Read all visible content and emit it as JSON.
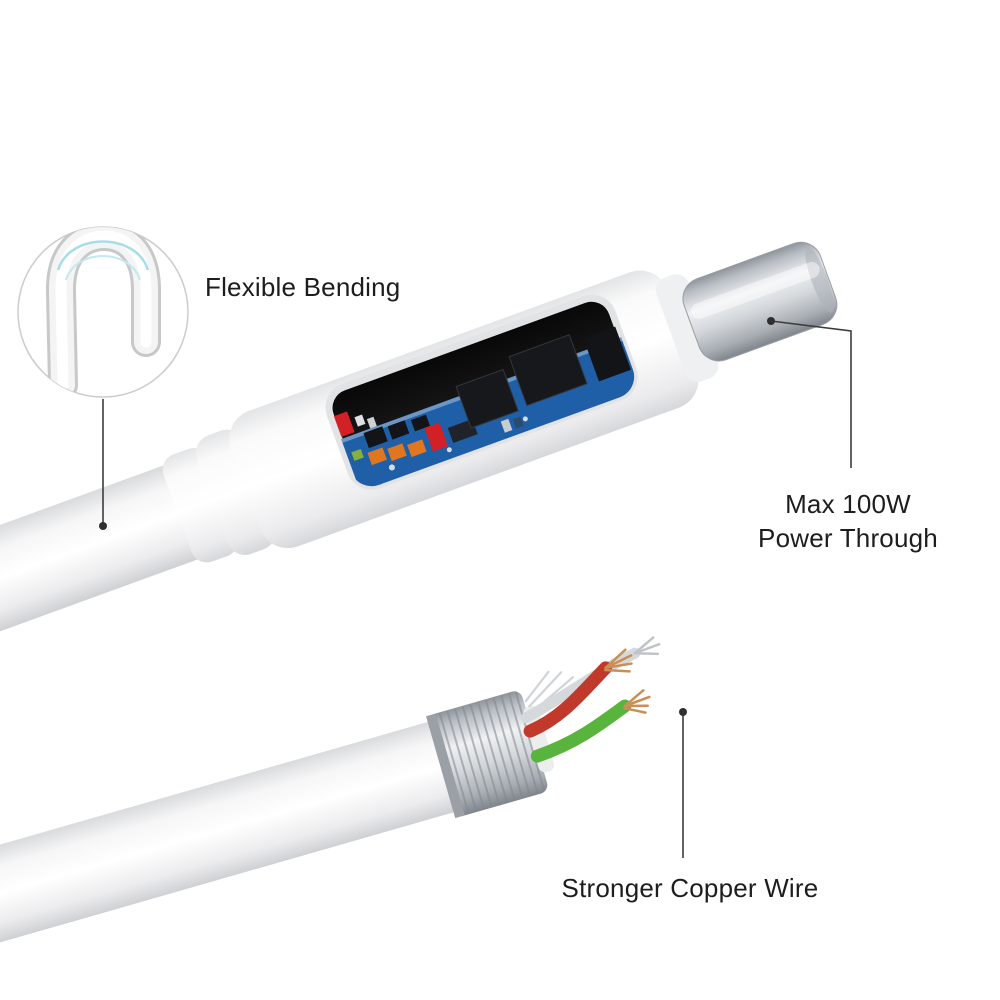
{
  "annotations": {
    "flexible_bending": {
      "label": "Flexible Bending"
    },
    "max_power": {
      "line1": "Max 100W",
      "line2": "Power Through"
    },
    "copper_wire": {
      "label": "Stronger Copper Wire"
    }
  },
  "colors": {
    "background": "#ffffff",
    "label_text": "#1d1d1f",
    "leader_line": "#3c3c3c",
    "pcb_blue": "#1f5fa8",
    "chip_black": "#16181c",
    "component_orange": "#e0761f",
    "component_red": "#d22027",
    "wire_red": "#c0392b",
    "wire_green": "#58b43c",
    "wire_silver": "#d6d9dc",
    "copper_strand": "#c98f54",
    "connector_metal": "#c6cacf",
    "cable_white": "#ffffff"
  }
}
